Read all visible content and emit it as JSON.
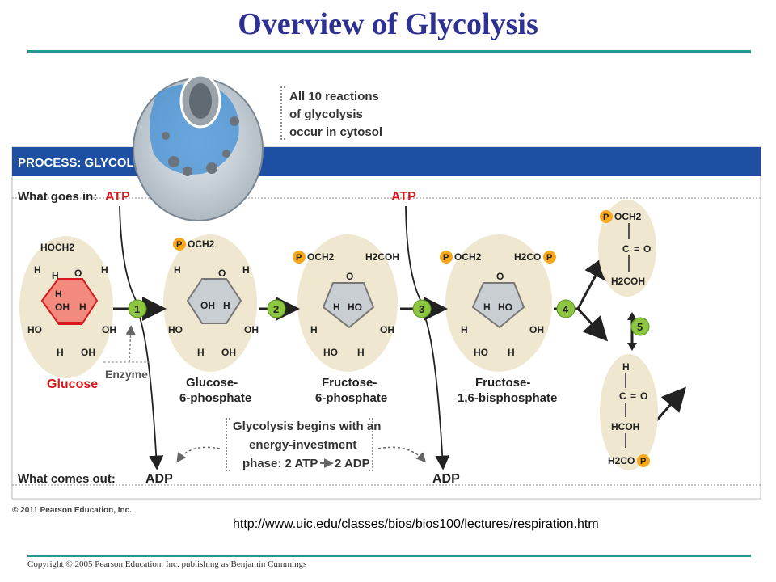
{
  "slide": {
    "title": "Overview of Glycolysis",
    "url": "http://www.uic.edu/classes/bios/bios100/lectures/respiration.htm",
    "copyright": "Copyright © 2005 Pearson Education, Inc. publishing as Benjamin Cummings"
  },
  "figure": {
    "callout_lines": [
      "All 10 reactions",
      "of glycolysis",
      "occur in cytosol"
    ],
    "process_banner": "PROCESS: GLYCOLYSIS",
    "goes_in_label": "What goes in:",
    "comes_out_label": "What comes out:",
    "atp": "ATP",
    "adp": "ADP",
    "enzyme": "Enzyme",
    "note_lines": [
      "Glycolysis begins with an",
      "energy-investment",
      "phase: 2 ATP",
      "2 ADP"
    ],
    "pearson_credit": "© 2011 Pearson Education, Inc.",
    "steps": [
      "1",
      "2",
      "3",
      "4",
      "5"
    ],
    "molecules": {
      "glucose": "Glucose",
      "g6p": [
        "Glucose-",
        "6-phosphate"
      ],
      "f6p": [
        "Fructose-",
        "6-phosphate"
      ],
      "f16bp": [
        "Fructose-",
        "1,6-bisphosphate"
      ]
    },
    "atoms": {
      "hoch2": "HOCH2",
      "och2": "OCH2",
      "h2coh": "H2COH",
      "h2co": "H2CO",
      "p": "P",
      "o": "O",
      "h": "H",
      "oh": "OH",
      "ho": "HO",
      "c": "C",
      "hcoh": "HCOH",
      "dbl": "="
    },
    "colors": {
      "banner": "#1f4fa3",
      "step_circle": "#8dc63f",
      "phosphate": "#f7a81b",
      "glucose_red": "#d7191c",
      "molecule_bg": "#efe7cf"
    }
  }
}
